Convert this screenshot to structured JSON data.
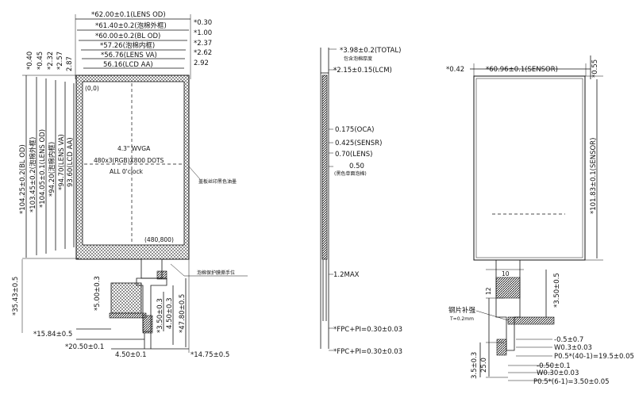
{
  "front_view": {
    "top_dims": [
      "*62.00±0.1(LENS  OD)",
      "*61.40±0.2(泡棉外框)",
      "*60.00±0.2(BL  OD)",
      "*57.26(泡棉内框)",
      "*56.76(LENS VA)",
      "56.16(LCD AA)"
    ],
    "top_right_dims": [
      "*0.30",
      "*1.00",
      "*2.37",
      "*2.62",
      "2.92"
    ],
    "left_small_dims": [
      "*0.40",
      "*0.45",
      "*2.32",
      "*2.57",
      "2.87"
    ],
    "left_long_dims": [
      "*104.25±0.2(BL  OD)",
      "*103.45±0.2(泡棉外框)",
      "*104.05±0.1(LENS  OD)",
      "*94.20(泡棉内框)",
      "*94.70(LENS VA)",
      "93.60(LCD AA)"
    ],
    "origin_label": "(0,0)",
    "end_label": "(480,800)",
    "center_text": [
      "4.3\" WVGA",
      "480x3(RGB)X800 DOTS",
      "ALL 0'clock"
    ],
    "note_ink": "盖板丝印黑色油墨",
    "note_tape": "泡棉保护膜撕手位",
    "fpc_dims": [
      "*35.43±0.5",
      "*5.00±0.3",
      "*15.84±0.5",
      "*20.50±0.1",
      "4.50±0.1",
      "*3.50±0.3",
      "4.50±0.3",
      "*47.80±0.5",
      "*14.75±0.5"
    ]
  },
  "side_view": {
    "top": [
      "*3.98±0.2(TOTAL)",
      "包含泡棉厚度",
      "*2.15±0.15(LCM)"
    ],
    "layers": [
      "0.175(OCA)",
      "0.425(SENSR)",
      "0.70(LENS)",
      "0.50",
      "(黑色单面泡棉)"
    ],
    "bottom": [
      "1.2MAX",
      "*FPC+PI=0.30±0.03",
      "*FPC+PI=0.30±0.03"
    ]
  },
  "sensor_view": {
    "top": [
      "*0.42",
      "*60.96±0.1(SENSOR)",
      "*0.55"
    ],
    "right": "*101.83±0.1(SENSOR)",
    "tail": [
      "10",
      "12",
      "25.0",
      "*3.50±0.5",
      "3.5±0.3"
    ],
    "stiffener": [
      "钢片补强",
      "T=0.2mm"
    ],
    "pins": [
      "-0.5±0.7",
      "W0.3±0.03",
      "P0.5*(40-1)=19.5±0.05",
      "-0.50±0.1",
      "W0.30±0.03",
      "P0.5*(6-1)=3.50±0.05"
    ]
  }
}
